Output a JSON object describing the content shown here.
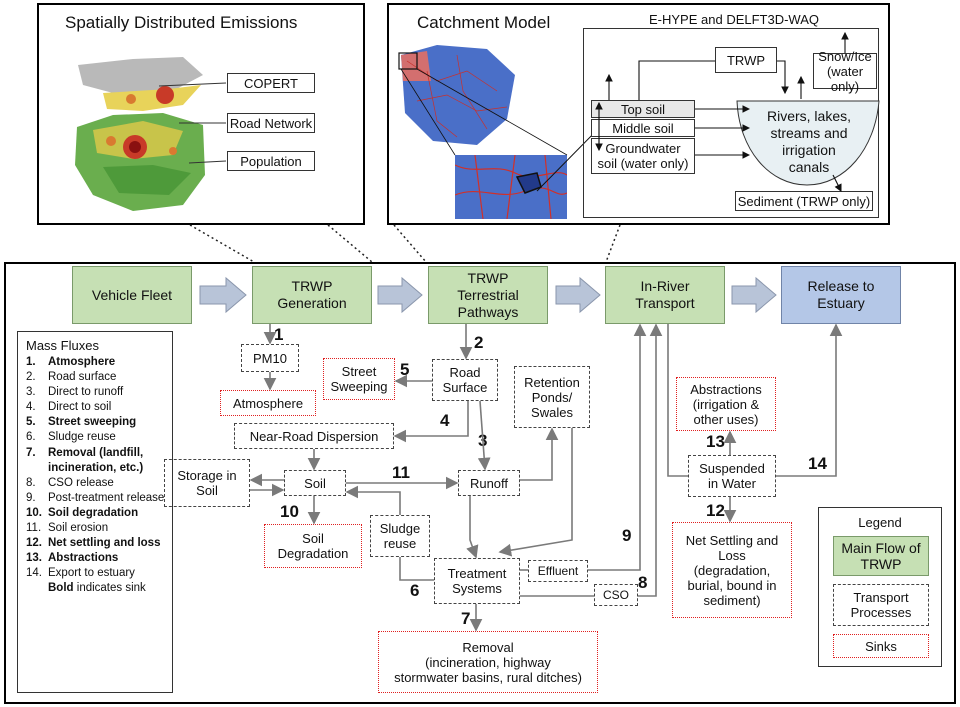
{
  "top_left": {
    "title": "Spatially Distributed Emissions",
    "labels": [
      "COPERT",
      "Road Network",
      "Population"
    ]
  },
  "top_right": {
    "title": "Catchment Model",
    "model_name": "E-HYPE and DELFT3D-WAQ",
    "trwp": "TRWP",
    "snow": [
      "Snow/Ice",
      "(water only)"
    ],
    "top_soil": "Top soil",
    "middle_soil": "Middle soil",
    "groundwater": [
      "Groundwater",
      "soil (water only)"
    ],
    "rivers": [
      "Rivers, lakes,",
      "streams and",
      "irrigation",
      "canals"
    ],
    "sediment": "Sediment (TRWP only)"
  },
  "main_flow": {
    "vehicle_fleet": "Vehicle Fleet",
    "trwp_generation": [
      "TRWP",
      "Generation"
    ],
    "terrestrial": [
      "TRWP",
      "Terrestrial",
      "Pathways"
    ],
    "in_river": [
      "In-River",
      "Transport"
    ],
    "release": [
      "Release to",
      "Estuary"
    ]
  },
  "nodes": {
    "pm10": "PM10",
    "atmosphere": "Atmosphere",
    "street_sweeping": [
      "Street",
      "Sweeping"
    ],
    "road_surface": [
      "Road",
      "Surface"
    ],
    "retention": [
      "Retention",
      "Ponds/",
      "Swales"
    ],
    "near_road": "Near-Road Dispersion",
    "storage": [
      "Storage in",
      "Soil"
    ],
    "soil": "Soil",
    "runoff": "Runoff",
    "soil_degradation": [
      "Soil",
      "Degradation"
    ],
    "sludge_reuse": [
      "Sludge",
      "reuse"
    ],
    "treatment": [
      "Treatment",
      "Systems"
    ],
    "effluent": "Effluent",
    "cso": "CSO",
    "removal": [
      "Removal",
      "(incineration, highway",
      "stormwater basins, rural ditches)"
    ],
    "abstractions": [
      "Abstractions",
      "(irrigation &",
      "other uses)"
    ],
    "suspended": [
      "Suspended",
      "in Water"
    ],
    "net_settling": [
      "Net Settling and",
      "Loss",
      "(degradation,",
      "burial, bound in",
      "sediment)"
    ]
  },
  "numbers": [
    "1",
    "2",
    "3",
    "4",
    "5",
    "6",
    "7",
    "8",
    "9",
    "10",
    "11",
    "12",
    "13",
    "14"
  ],
  "mass_fluxes": {
    "title": "Mass Fluxes",
    "items": [
      {
        "n": "1.",
        "t": "Atmosphere",
        "bold": true
      },
      {
        "n": "2.",
        "t": "Road surface",
        "bold": false
      },
      {
        "n": "3.",
        "t": "Direct to runoff",
        "bold": false
      },
      {
        "n": "4.",
        "t": "Direct to soil",
        "bold": false
      },
      {
        "n": "5.",
        "t": "Street sweeping",
        "bold": true
      },
      {
        "n": "6.",
        "t": "Sludge reuse",
        "bold": false
      },
      {
        "n": "7.",
        "t": "Removal (landfill, incineration, etc.)",
        "bold": true
      },
      {
        "n": "8.",
        "t": "CSO release",
        "bold": false
      },
      {
        "n": "9.",
        "t": "Post-treatment release",
        "bold": false
      },
      {
        "n": "10.",
        "t": "Soil degradation",
        "bold": true
      },
      {
        "n": "11.",
        "t": "Soil erosion",
        "bold": false
      },
      {
        "n": "12.",
        "t": "Net settling and loss",
        "bold": true
      },
      {
        "n": "13.",
        "t": "Abstractions",
        "bold": true
      },
      {
        "n": "14.",
        "t": "Export to estuary",
        "bold": false
      }
    ],
    "footnote_bold": "Bold",
    "footnote_rest": " indicates sink"
  },
  "legend": {
    "title": "Legend",
    "main_flow": [
      "Main Flow of",
      "TRWP"
    ],
    "transport": [
      "Transport",
      "Processes"
    ],
    "sinks": "Sinks"
  },
  "colors": {
    "main_flow": "#c6e0b4",
    "release": "#b4c7e7",
    "sink_border": "#e02020",
    "arrow_fill": "#b8c4d8"
  }
}
